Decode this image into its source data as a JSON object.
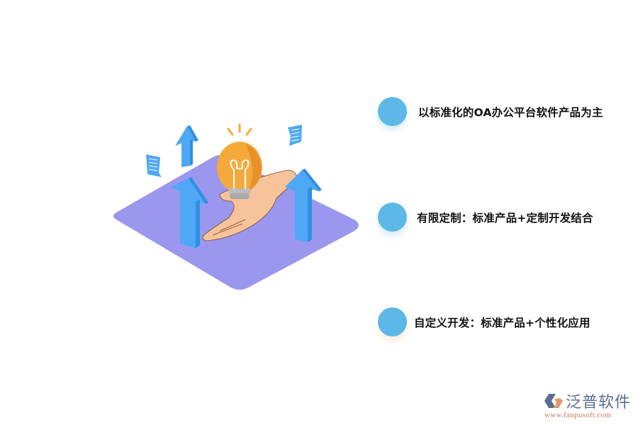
{
  "points": [
    {
      "label": "以标准化的OA办公平台软件产品为主"
    },
    {
      "label": "有限定制：标准产品+定制开发结合"
    },
    {
      "label": "自定义开发：标准产品+个性化应用"
    }
  ],
  "logo": {
    "brand": "泛普软件",
    "url": "www.fanpusoft.com"
  },
  "colors": {
    "dot": "#5cb8e6",
    "platform": "#9b97ee",
    "arrow": "#4fa8f5",
    "bulb": "#f6a93b",
    "hand": "#f7c39a",
    "brand_text": "#5a6e92",
    "url_text": "#c77b5a"
  }
}
